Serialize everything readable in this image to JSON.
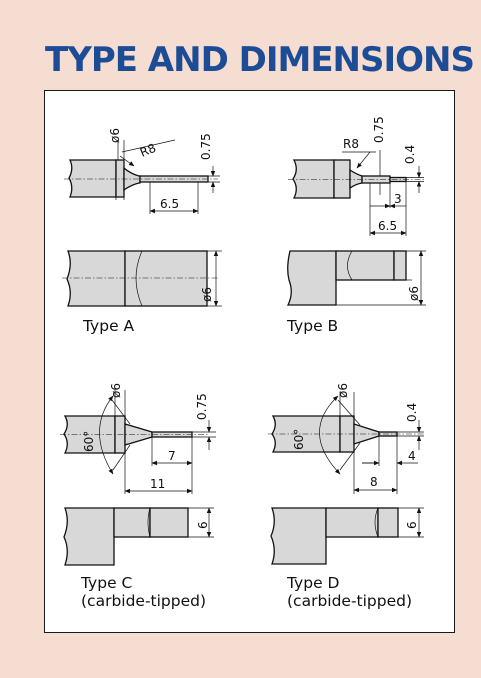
{
  "header": {
    "title": "TYPE AND DIMENSIONS"
  },
  "colors": {
    "title": "#1d4c96",
    "background": "#f6ddd1",
    "panel": "#ffffff",
    "body_fill": "#d8d8d8"
  },
  "types": [
    {
      "label": "Type A",
      "dims": {
        "dia_top": "ø6",
        "radius": "R8",
        "tip_thickness": "0.75",
        "tip_length": "6.5",
        "dia_side": "ø6"
      }
    },
    {
      "label": "Type B",
      "dims": {
        "radius": "R8",
        "neck_thickness": "0.75",
        "tip_thickness": "0.4",
        "tip_length": "3",
        "neck_length": "6.5",
        "dia_side": "ø6"
      }
    },
    {
      "label": "Type C",
      "sublabel": "(carbide-tipped)",
      "dims": {
        "dia_top": "ø6",
        "angle": "60°",
        "tip_thickness": "0.75",
        "tip_length": "7",
        "total_length": "11",
        "height_side": "6"
      }
    },
    {
      "label": "Type D",
      "sublabel": "(carbide-tipped)",
      "dims": {
        "dia_top": "ø6",
        "angle": "60°",
        "tip_thickness": "0.4",
        "tip_length": "4",
        "total_length": "8",
        "height_side": "6"
      }
    }
  ]
}
